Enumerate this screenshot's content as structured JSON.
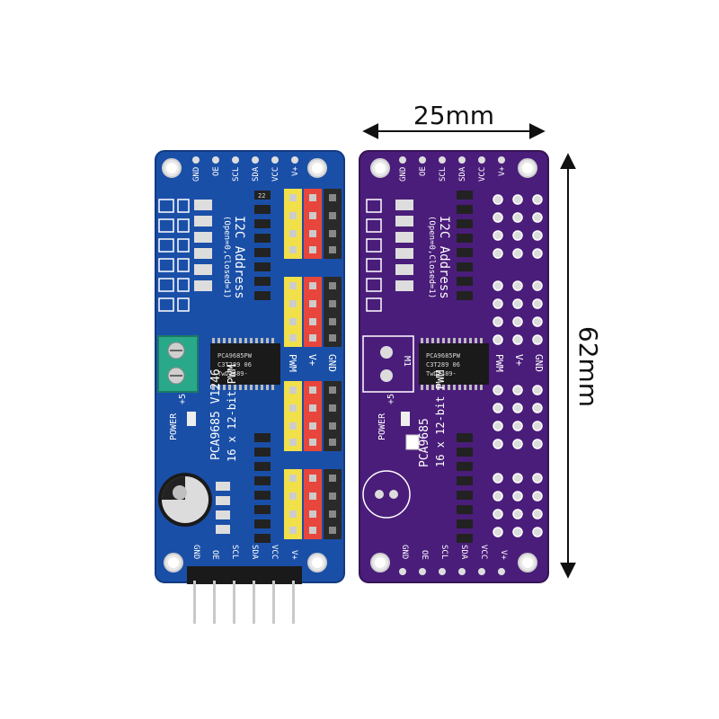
{
  "dimensions": {
    "width_label": "25mm",
    "height_label": "62mm"
  },
  "board_blue": {
    "color": "#1a4fa8",
    "top_pins": [
      "GND",
      "OE",
      "SCL",
      "SDA",
      "VCC",
      "V+"
    ],
    "bottom_pins": [
      "GND",
      "OE",
      "SCL",
      "SDA",
      "VCC",
      "V+"
    ],
    "address_title": "I2C Address",
    "address_sub": "(Open=0,Closed=1)",
    "header_labels": [
      "PWM",
      "V+",
      "GND"
    ],
    "power_label": "POWER",
    "power_mark": "+5",
    "model_label": "PCA9685 V1246",
    "model_sub": "16 x 12-bit PWM",
    "chip_lines": [
      "PCA9685PW",
      "C3T289  06",
      "TwD2489-"
    ],
    "resistor_label": "22"
  },
  "board_purple": {
    "color": "#4a1d7a",
    "top_pins": [
      "GND",
      "OE",
      "SCL",
      "SDA",
      "VCC",
      "V+"
    ],
    "bottom_pins": [
      "GND",
      "OE",
      "SCL",
      "SDA",
      "VCC",
      "V+"
    ],
    "address_title": "I2C Address",
    "address_sub": "(Open=0,Closed=1)",
    "header_labels": [
      "PWM",
      "V+",
      "GND"
    ],
    "power_label": "POWER",
    "power_mark": "+5",
    "model_label": "PCA9685",
    "model_sub": "16 x 12-bit PWM",
    "chip_lines": [
      "PCA9685PW",
      "C3T289  06",
      "TwD2489-"
    ],
    "terminal_mark": "M1"
  }
}
